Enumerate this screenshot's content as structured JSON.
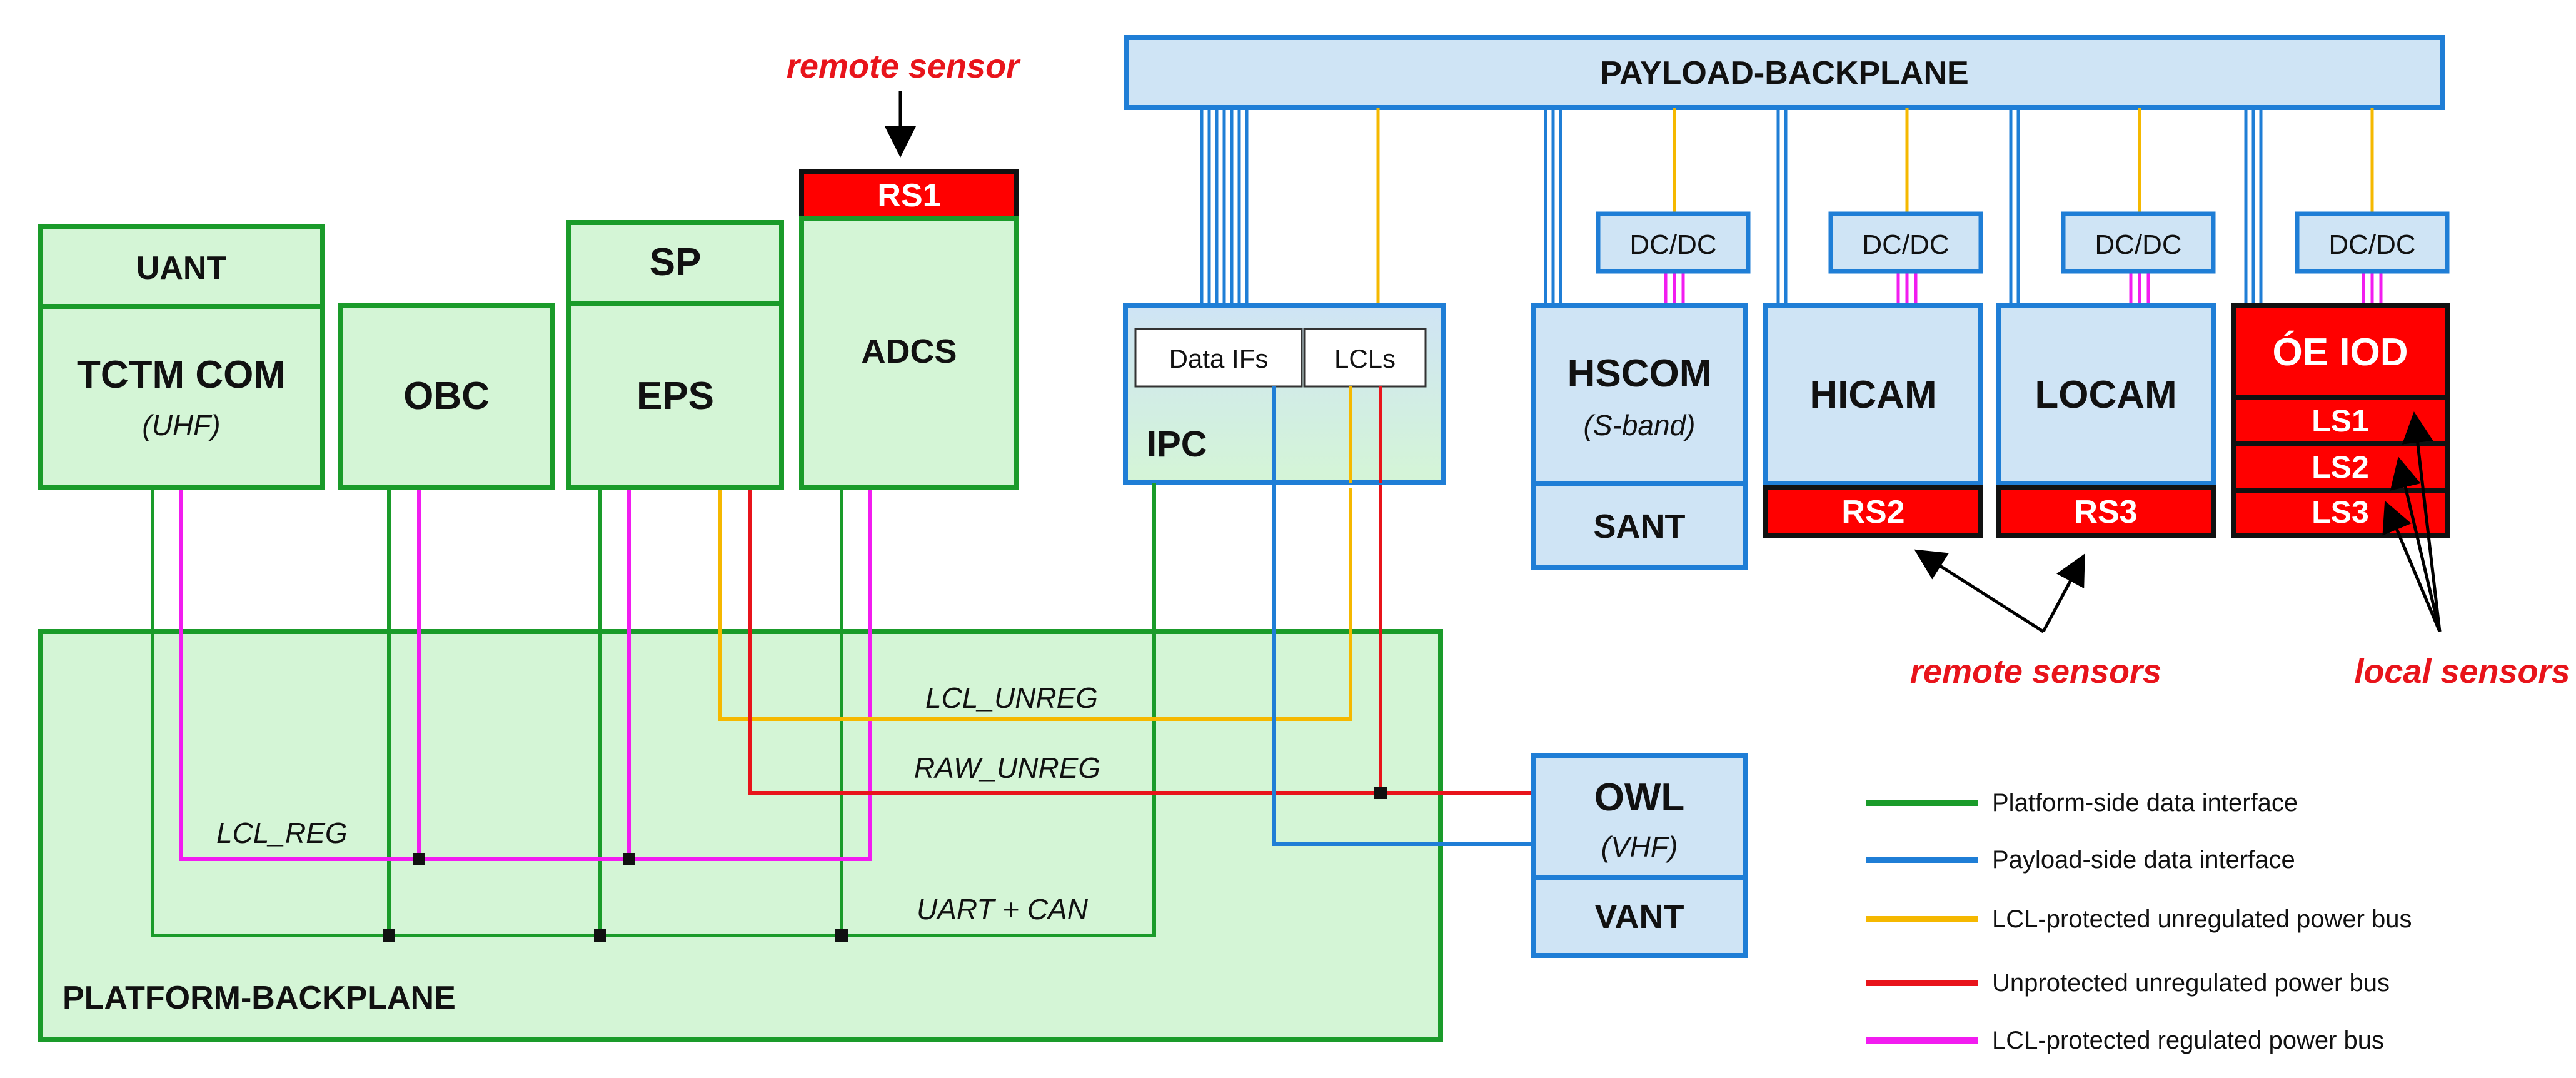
{
  "payload_backplane": {
    "label": "PAYLOAD-BACKPLANE"
  },
  "platform_backplane": {
    "label": "PLATFORM-BACKPLANE"
  },
  "modules": {
    "uant": "UANT",
    "tctm_com": {
      "label": "TCTM COM",
      "sub": "(UHF)"
    },
    "obc": "OBC",
    "sp": "SP",
    "eps": "EPS",
    "rs1": "RS1",
    "adcs": "ADCS",
    "ipc": {
      "label": "IPC",
      "data_ifs": "Data IFs",
      "lcls": "LCLs"
    },
    "dcdc": "DC/DC",
    "hscom": {
      "label": "HSCOM",
      "sub": "(S-band)"
    },
    "sant": "SANT",
    "hicam": "HICAM",
    "rs2": "RS2",
    "locam": "LOCAM",
    "rs3": "RS3",
    "oe_iod": "ÓE IOD",
    "ls1": "LS1",
    "ls2": "LS2",
    "ls3": "LS3",
    "owl": {
      "label": "OWL",
      "sub": "(VHF)"
    },
    "vant": "VANT"
  },
  "bus_labels": {
    "lcl_unreg": "LCL_UNREG",
    "raw_unreg": "RAW_UNREG",
    "lcl_reg": "LCL_REG",
    "uart_can": "UART + CAN"
  },
  "annotations": {
    "remote_sensor": "remote sensor",
    "remote_sensors": "remote sensors",
    "local_sensors": "local sensors"
  },
  "legend": [
    {
      "label": "Platform-side data interface",
      "color": "#1a9b2a"
    },
    {
      "label": "Payload-side data interface",
      "color": "#1f7ed6"
    },
    {
      "label": "LCL-protected unregulated power bus",
      "color": "#f5b800"
    },
    {
      "label": "Unprotected unregulated power bus",
      "color": "#e8141b"
    },
    {
      "label": "LCL-protected regulated power bus",
      "color": "#f21cf0"
    }
  ],
  "colors": {
    "green_line": "#1a9b2a",
    "blue_line": "#1f7ed6",
    "yellow_line": "#f5b800",
    "red_line": "#e8141b",
    "magenta_line": "#f21cf0",
    "green_fill": "#d4f5d6",
    "blue_fill": "#cfe4f5",
    "red_box": "#ff0000",
    "annotation_red": "#e8141b"
  }
}
